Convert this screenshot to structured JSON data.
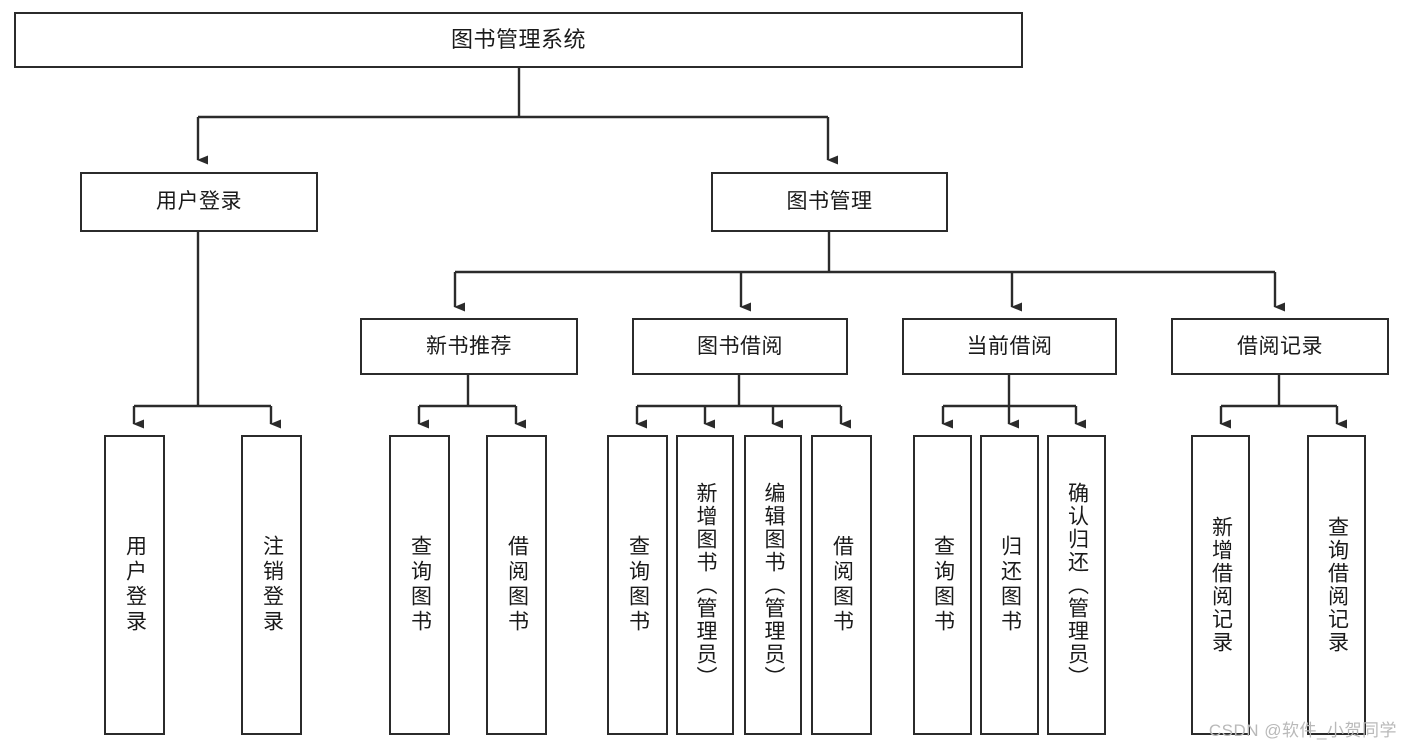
{
  "diagram": {
    "type": "tree-hierarchy",
    "title": "图书管理系统",
    "watermark": "CSDN @软件_小贺同学",
    "colors": {
      "border": "#2b2b2b",
      "background": "#ffffff",
      "text": "#1a1a1a",
      "watermark": "#b9b9b9"
    },
    "nodes": {
      "root": {
        "label": "图书管理系统"
      },
      "level2": [
        {
          "label": "用户登录"
        },
        {
          "label": "图书管理"
        }
      ],
      "level3": [
        {
          "label": "新书推荐"
        },
        {
          "label": "图书借阅"
        },
        {
          "label": "当前借阅"
        },
        {
          "label": "借阅记录"
        }
      ],
      "leaves": {
        "user_login": [
          {
            "label": "用户登录"
          },
          {
            "label": "注销登录"
          }
        ],
        "new_book_recommend": [
          {
            "label": "查询图书"
          },
          {
            "label": "借阅图书"
          }
        ],
        "book_borrow": [
          {
            "label": "查询图书"
          },
          {
            "label": "新增图书（管理员）"
          },
          {
            "label": "编辑图书（管理员）"
          },
          {
            "label": "借阅图书"
          }
        ],
        "current_borrow": [
          {
            "label": "查询图书"
          },
          {
            "label": "归还图书"
          },
          {
            "label": "确认归还（管理员）"
          }
        ],
        "borrow_record": [
          {
            "label": "新增借阅记录"
          },
          {
            "label": "查询借阅记录"
          }
        ]
      }
    }
  }
}
